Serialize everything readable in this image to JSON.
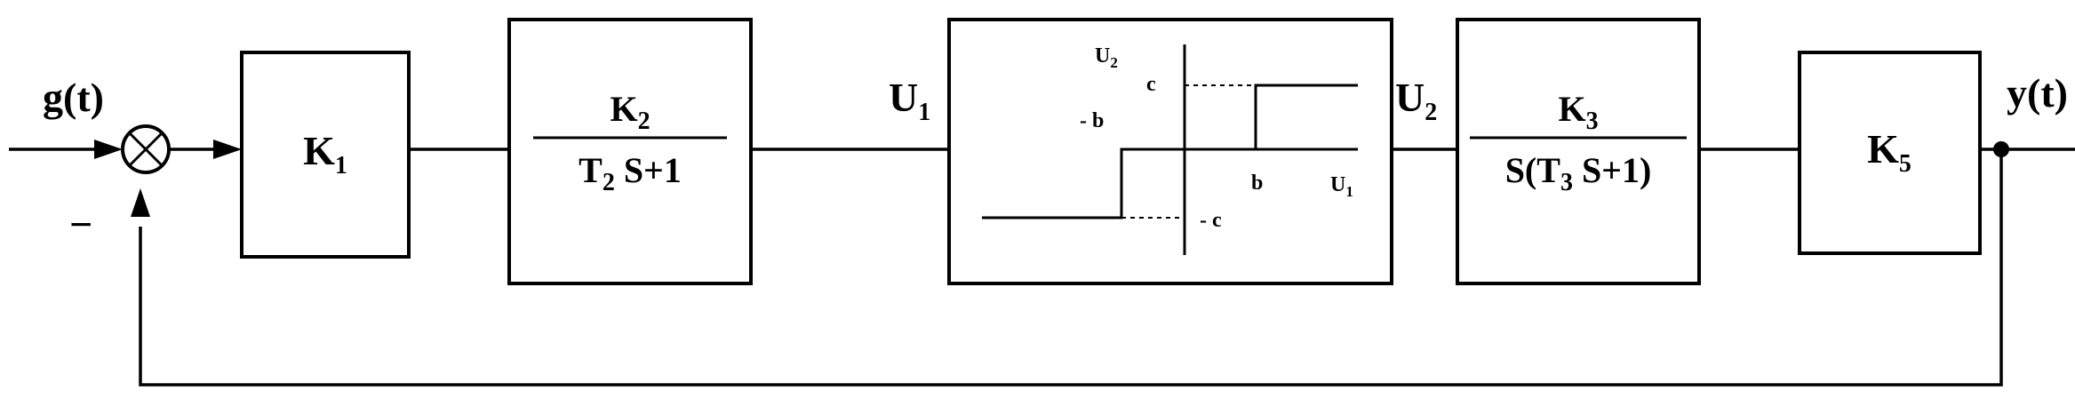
{
  "signals": {
    "input": {
      "base": "g(t)"
    },
    "output": {
      "base": "y(t)"
    },
    "u1": {
      "base": "U",
      "sub": "1"
    },
    "u2": {
      "base": "U",
      "sub": "2"
    },
    "minus_sign": "−"
  },
  "blocks": {
    "k1": {
      "base": "K",
      "sub": "1"
    },
    "k2": {
      "num_base": "K",
      "num_sub": "2",
      "den_pre": "T",
      "den_sub": "2",
      "den_post": " S+1"
    },
    "k3": {
      "num_base": "K",
      "num_sub": "3",
      "den_pre": "S(T",
      "den_sub": "3",
      "den_post": " S+1)"
    },
    "k5": {
      "base": "K",
      "sub": "5"
    }
  },
  "nonlinearity": {
    "y_axis_base": "U",
    "y_axis_sub": "2",
    "x_axis_base": "U",
    "x_axis_sub": "1",
    "c_label": "c",
    "neg_c_label": "- c",
    "b_label": "b",
    "neg_b_label": "- b"
  }
}
